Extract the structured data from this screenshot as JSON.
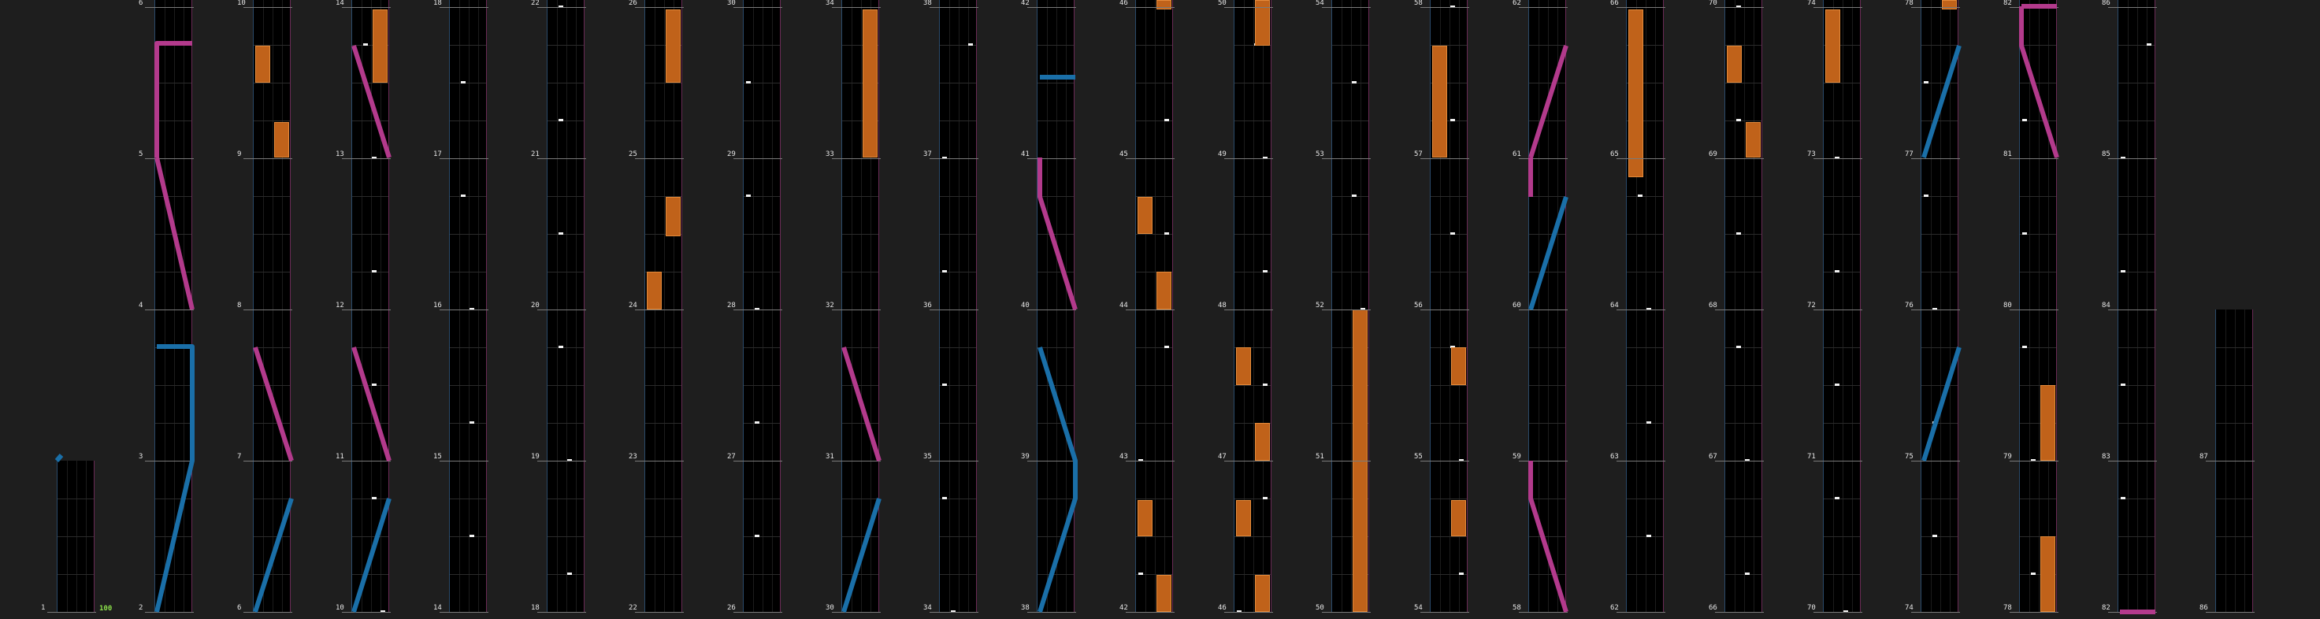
{
  "view": "chart-preview",
  "colors": {
    "background": "#1e1e1e",
    "lane": "#000000",
    "note": "#f2f2f2",
    "hold": "#c0621a",
    "slide_left": "#1a6fa8",
    "slide_right": "#b33a8c",
    "measure_label": "#e6e6e6",
    "combo": "#8be04a"
  },
  "combo_counter": "100",
  "measure_labels": {
    "1": "1",
    "2": "2",
    "3": "3",
    "4": "4",
    "5": "5",
    "6": "6",
    "7": "7",
    "8": "8",
    "9": "9",
    "10": "10",
    "11": "11",
    "12": "12",
    "13": "13",
    "14": "14",
    "15": "15",
    "16": "16",
    "17": "17",
    "18": "18",
    "19": "19",
    "20": "20",
    "21": "21",
    "22": "22",
    "23": "23",
    "24": "24",
    "25": "25",
    "26": "26",
    "27": "27",
    "28": "28",
    "29": "29",
    "30": "30",
    "31": "31",
    "32": "32",
    "33": "33",
    "34": "34",
    "35": "35",
    "36": "36",
    "37": "37",
    "38": "38",
    "39": "39",
    "40": "40",
    "41": "41",
    "42": "42",
    "43": "43",
    "44": "44",
    "45": "45",
    "46": "46",
    "47": "47",
    "48": "48",
    "49": "49",
    "50": "50",
    "51": "51",
    "52": "52",
    "53": "53",
    "54": "54",
    "55": "55",
    "56": "56",
    "57": "57",
    "58": "58",
    "59": "59",
    "60": "60",
    "61": "61",
    "62": "62",
    "63": "63",
    "64": "64",
    "65": "65",
    "66": "66",
    "67": "67",
    "68": "68",
    "69": "69",
    "70": "70",
    "71": "71",
    "72": "72",
    "73": "73",
    "74": "74",
    "75": "75",
    "76": "76",
    "77": "77",
    "78": "78",
    "79": "79",
    "80": "80",
    "81": "81",
    "82": "82",
    "83": "83",
    "84": "84",
    "85": "85",
    "86": "86",
    "87": "87"
  },
  "measures": [
    {
      "n": "1",
      "col": 0,
      "row": 0
    },
    {
      "n": "2",
      "col": 1,
      "row": 0
    },
    {
      "n": "3",
      "col": 1,
      "row": 1
    },
    {
      "n": "4",
      "col": 1,
      "row": 2
    },
    {
      "n": "5",
      "col": 1,
      "row": 3
    },
    {
      "n": "6",
      "col": 1,
      "row": 4
    },
    {
      "n": "6",
      "col": 2,
      "row": 0
    },
    {
      "n": "7",
      "col": 2,
      "row": 1
    },
    {
      "n": "8",
      "col": 2,
      "row": 2
    },
    {
      "n": "9",
      "col": 2,
      "row": 3
    },
    {
      "n": "10",
      "col": 2,
      "row": 4
    },
    {
      "n": "10",
      "col": 3,
      "row": 0
    },
    {
      "n": "11",
      "col": 3,
      "row": 1
    },
    {
      "n": "12",
      "col": 3,
      "row": 2
    },
    {
      "n": "13",
      "col": 3,
      "row": 3
    },
    {
      "n": "14",
      "col": 3,
      "row": 4
    },
    {
      "n": "14",
      "col": 4,
      "row": 0
    },
    {
      "n": "15",
      "col": 4,
      "row": 1
    },
    {
      "n": "16",
      "col": 4,
      "row": 2
    },
    {
      "n": "17",
      "col": 4,
      "row": 3
    },
    {
      "n": "18",
      "col": 4,
      "row": 4
    },
    {
      "n": "18",
      "col": 5,
      "row": 0
    },
    {
      "n": "19",
      "col": 5,
      "row": 1
    },
    {
      "n": "20",
      "col": 5,
      "row": 2
    },
    {
      "n": "21",
      "col": 5,
      "row": 3
    },
    {
      "n": "22",
      "col": 5,
      "row": 4
    },
    {
      "n": "22",
      "col": 6,
      "row": 0
    },
    {
      "n": "23",
      "col": 6,
      "row": 1
    },
    {
      "n": "24",
      "col": 6,
      "row": 2
    },
    {
      "n": "25",
      "col": 6,
      "row": 3
    },
    {
      "n": "26",
      "col": 6,
      "row": 4
    },
    {
      "n": "26",
      "col": 7,
      "row": 0
    },
    {
      "n": "27",
      "col": 7,
      "row": 1
    },
    {
      "n": "28",
      "col": 7,
      "row": 2
    },
    {
      "n": "29",
      "col": 7,
      "row": 3
    },
    {
      "n": "30",
      "col": 7,
      "row": 4
    },
    {
      "n": "30",
      "col": 8,
      "row": 0
    },
    {
      "n": "31",
      "col": 8,
      "row": 1
    },
    {
      "n": "32",
      "col": 8,
      "row": 2
    },
    {
      "n": "33",
      "col": 8,
      "row": 3
    },
    {
      "n": "34",
      "col": 8,
      "row": 4
    },
    {
      "n": "34",
      "col": 9,
      "row": 0
    },
    {
      "n": "35",
      "col": 9,
      "row": 1
    },
    {
      "n": "36",
      "col": 9,
      "row": 2
    },
    {
      "n": "37",
      "col": 9,
      "row": 3
    },
    {
      "n": "38",
      "col": 9,
      "row": 4
    },
    {
      "n": "38",
      "col": 10,
      "row": 0
    },
    {
      "n": "39",
      "col": 10,
      "row": 1
    },
    {
      "n": "40",
      "col": 10,
      "row": 2
    },
    {
      "n": "41",
      "col": 10,
      "row": 3
    },
    {
      "n": "42",
      "col": 10,
      "row": 4
    },
    {
      "n": "42",
      "col": 11,
      "row": 0
    },
    {
      "n": "43",
      "col": 11,
      "row": 1
    },
    {
      "n": "44",
      "col": 11,
      "row": 2
    },
    {
      "n": "45",
      "col": 11,
      "row": 3
    },
    {
      "n": "46",
      "col": 11,
      "row": 4
    },
    {
      "n": "46",
      "col": 12,
      "row": 0
    },
    {
      "n": "47",
      "col": 12,
      "row": 1
    },
    {
      "n": "48",
      "col": 12,
      "row": 2
    },
    {
      "n": "49",
      "col": 12,
      "row": 3
    },
    {
      "n": "50",
      "col": 12,
      "row": 4
    },
    {
      "n": "50",
      "col": 13,
      "row": 0
    },
    {
      "n": "51",
      "col": 13,
      "row": 1
    },
    {
      "n": "52",
      "col": 13,
      "row": 2
    },
    {
      "n": "53",
      "col": 13,
      "row": 3
    },
    {
      "n": "54",
      "col": 13,
      "row": 4
    },
    {
      "n": "54",
      "col": 14,
      "row": 0
    },
    {
      "n": "55",
      "col": 14,
      "row": 1
    },
    {
      "n": "56",
      "col": 14,
      "row": 2
    },
    {
      "n": "57",
      "col": 14,
      "row": 3
    },
    {
      "n": "58",
      "col": 14,
      "row": 4
    },
    {
      "n": "58",
      "col": 15,
      "row": 0
    },
    {
      "n": "59",
      "col": 15,
      "row": 1
    },
    {
      "n": "60",
      "col": 15,
      "row": 2
    },
    {
      "n": "61",
      "col": 15,
      "row": 3
    },
    {
      "n": "62",
      "col": 15,
      "row": 4
    },
    {
      "n": "62",
      "col": 16,
      "row": 0
    },
    {
      "n": "63",
      "col": 16,
      "row": 1
    },
    {
      "n": "64",
      "col": 16,
      "row": 2
    },
    {
      "n": "65",
      "col": 16,
      "row": 3
    },
    {
      "n": "66",
      "col": 16,
      "row": 4
    },
    {
      "n": "66",
      "col": 17,
      "row": 0
    },
    {
      "n": "67",
      "col": 17,
      "row": 1
    },
    {
      "n": "68",
      "col": 17,
      "row": 2
    },
    {
      "n": "69",
      "col": 17,
      "row": 3
    },
    {
      "n": "70",
      "col": 17,
      "row": 4
    },
    {
      "n": "70",
      "col": 18,
      "row": 0
    },
    {
      "n": "71",
      "col": 18,
      "row": 1
    },
    {
      "n": "72",
      "col": 18,
      "row": 2
    },
    {
      "n": "73",
      "col": 18,
      "row": 3
    },
    {
      "n": "74",
      "col": 18,
      "row": 4
    },
    {
      "n": "74",
      "col": 19,
      "row": 0
    },
    {
      "n": "75",
      "col": 19,
      "row": 1
    },
    {
      "n": "76",
      "col": 19,
      "row": 2
    },
    {
      "n": "77",
      "col": 19,
      "row": 3
    },
    {
      "n": "78",
      "col": 19,
      "row": 4
    },
    {
      "n": "78",
      "col": 20,
      "row": 0
    },
    {
      "n": "79",
      "col": 20,
      "row": 1
    },
    {
      "n": "80",
      "col": 20,
      "row": 2
    },
    {
      "n": "81",
      "col": 20,
      "row": 3
    },
    {
      "n": "82",
      "col": 20,
      "row": 4
    },
    {
      "n": "82",
      "col": 21,
      "row": 0
    },
    {
      "n": "83",
      "col": 21,
      "row": 1
    },
    {
      "n": "84",
      "col": 21,
      "row": 2
    },
    {
      "n": "85",
      "col": 21,
      "row": 3
    },
    {
      "n": "86",
      "col": 21,
      "row": 4
    },
    {
      "n": "86",
      "col": 22,
      "row": 0
    },
    {
      "n": "87",
      "col": 22,
      "row": 1
    }
  ]
}
